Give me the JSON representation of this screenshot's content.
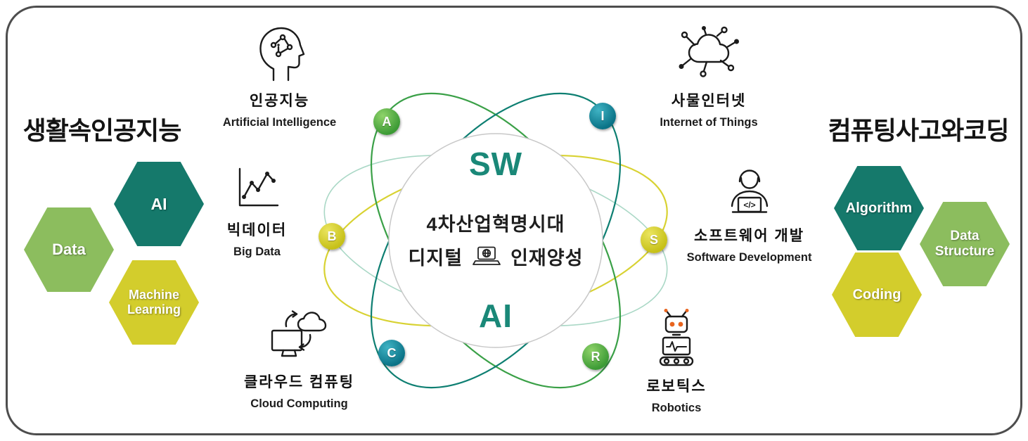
{
  "left_panel": {
    "title": "생활속인공지능",
    "hexagons": [
      {
        "label": "AI",
        "color": "#15796b"
      },
      {
        "label": "Data",
        "color": "#8cbd5e"
      },
      {
        "label": "Machine Learning",
        "color": "#d3cd2c"
      }
    ]
  },
  "right_panel": {
    "title": "컴퓨팅사고와코딩",
    "hexagons": [
      {
        "label": "Algorithm",
        "color": "#15796b"
      },
      {
        "label": "Data Structure",
        "color": "#8cbd5e"
      },
      {
        "label": "Coding",
        "color": "#d3cd2c"
      }
    ]
  },
  "center": {
    "sw_label": "SW",
    "ai_label": "AI",
    "headline_line1": "4차산업혁명시대",
    "headline_line2_left": "디지털",
    "headline_line2_right": "인재양성",
    "code_glyph": "</>",
    "accent_text_color": "#1a8878",
    "circle_border_color": "#c8c8c8"
  },
  "badges": [
    {
      "letter": "A",
      "color": "#3c9a35"
    },
    {
      "letter": "I",
      "color": "#0a7286"
    },
    {
      "letter": "B",
      "color": "#c6c018"
    },
    {
      "letter": "S",
      "color": "#c6c018"
    },
    {
      "letter": "C",
      "color": "#0a7286"
    },
    {
      "letter": "R",
      "color": "#3c9a35"
    }
  ],
  "orbit_colors": {
    "green": "#3aa047",
    "teal": "#0e7f72",
    "yellow": "#d8d232",
    "pale": "#aad8c6"
  },
  "topics": [
    {
      "icon": "ai-head-icon",
      "name_ko": "인공지능",
      "name_en": "Artificial Intelligence"
    },
    {
      "icon": "iot-cloud-icon",
      "name_ko": "사물인터넷",
      "name_en": "Internet of Things"
    },
    {
      "icon": "line-chart-icon",
      "name_ko": "빅데이터",
      "name_en": "Big Data"
    },
    {
      "icon": "developer-icon",
      "name_ko": "소프트웨어 개발",
      "name_en": "Software Development"
    },
    {
      "icon": "cloud-computing-icon",
      "name_ko": "클라우드 컴퓨팅",
      "name_en": "Cloud Computing"
    },
    {
      "icon": "robot-icon",
      "name_ko": "로보틱스",
      "name_en": "Robotics"
    }
  ]
}
